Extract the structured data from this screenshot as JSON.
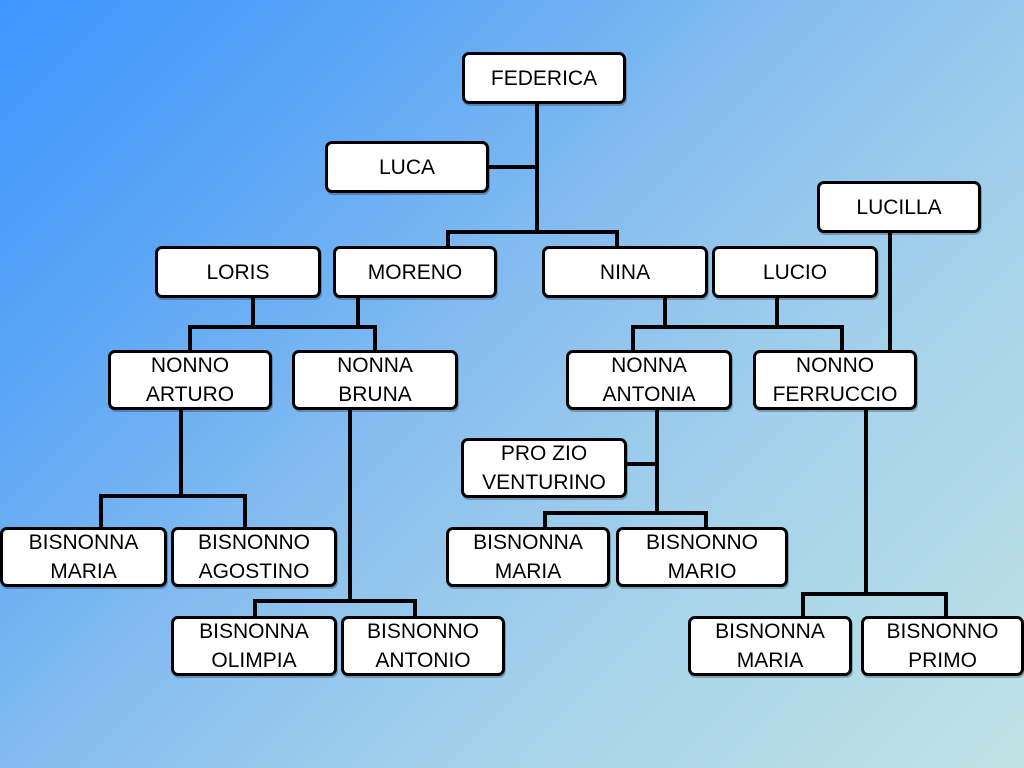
{
  "family_tree": {
    "federica": "FEDERICA",
    "luca": "LUCA",
    "lucilla": "LUCILLA",
    "loris": "LORIS",
    "moreno": "MORENO",
    "nina": "NINA",
    "lucio": "LUCIO",
    "nonno_arturo": "NONNO\nARTURO",
    "nonna_bruna": "NONNA\nBRUNA",
    "nonna_antonia": "NONNA\nANTONIA",
    "nonno_ferruccio": "NONNO\nFERRUCCIO",
    "pro_zio_venturino": "PRO ZIO\nVENTURINO",
    "bisnonna_maria_1": "BISNONNA\nMARIA",
    "bisnonno_agostino": "BISNONNO\nAGOSTINO",
    "bisnonna_maria_2": "BISNONNA\nMARIA",
    "bisnonno_mario": "BISNONNO\nMARIO",
    "bisnonna_olimpia": "BISNONNA\nOLIMPIA",
    "bisnonno_antonio": "BISNONNO\nANTONIO",
    "bisnonna_maria_3": "BISNONNA\nMARIA",
    "bisnonno_primo": "BISNONNO\nPRIMO"
  }
}
